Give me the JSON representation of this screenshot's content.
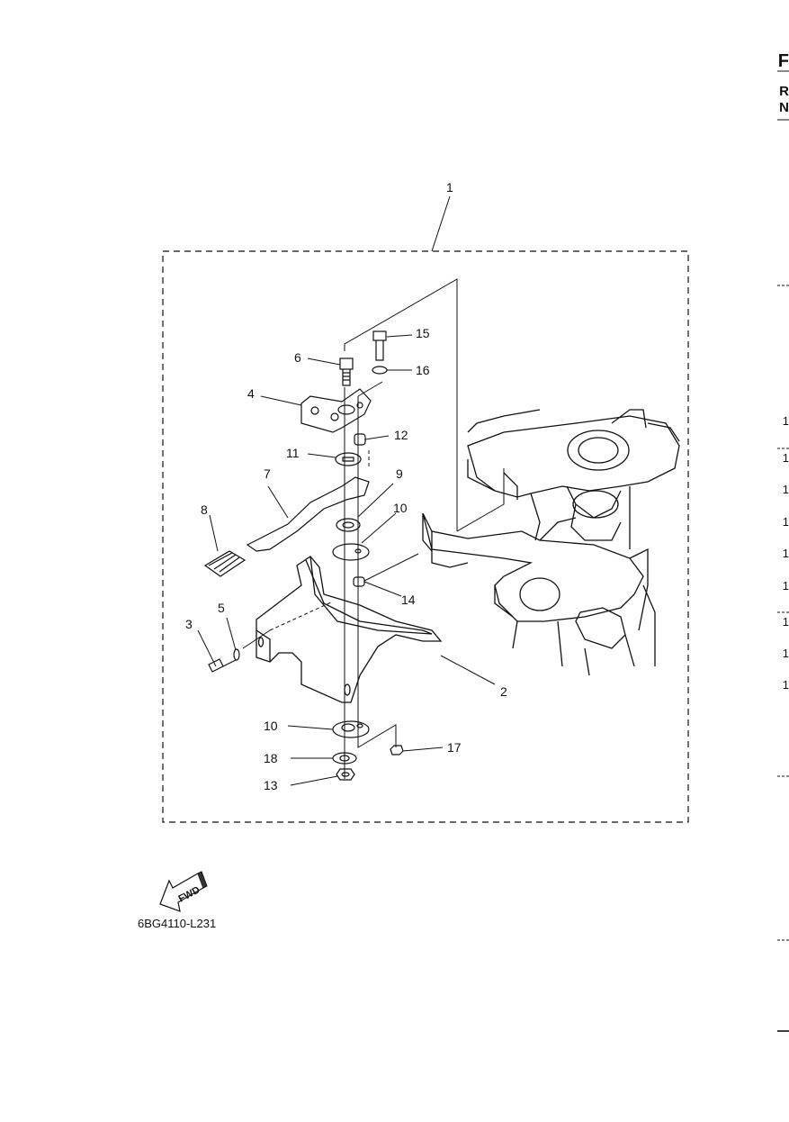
{
  "diagram": {
    "part_code": "6BG4110-L231",
    "fwd_label": "FWD",
    "callouts": [
      "1",
      "2",
      "3",
      "4",
      "5",
      "6",
      "7",
      "8",
      "9",
      "10",
      "11",
      "12",
      "13",
      "14",
      "15",
      "16",
      "17",
      "18",
      "10"
    ]
  },
  "edge": {
    "letters": [
      "F",
      "R",
      "N"
    ],
    "numbers": [
      "1",
      "1",
      "1",
      "1",
      "1",
      "1",
      "1",
      "1",
      "1"
    ]
  }
}
